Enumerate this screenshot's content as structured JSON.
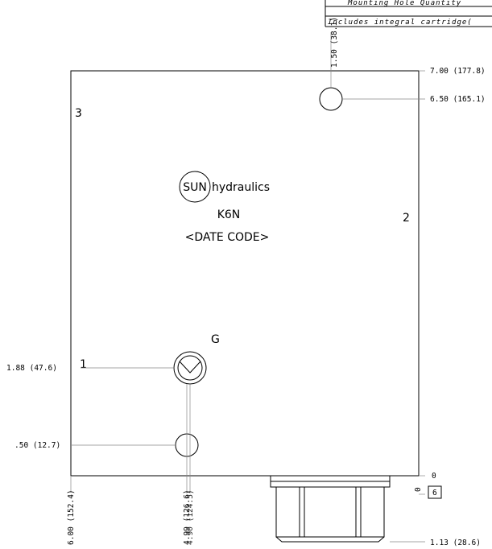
{
  "notes": {
    "line1": "Mounting Hole Quantity",
    "line2": "Includes integral cartridge("
  },
  "block": {
    "brand_circle": "SUN",
    "brand_text": "hydraulics",
    "model": "K6N",
    "date_code": "<DATE CODE>"
  },
  "ports": {
    "p3": "3",
    "p2": "2",
    "p1": "1",
    "g": "G"
  },
  "dimensions": {
    "top_vertical": "1.50 (38.1)",
    "right_700": "7.00 (177.8)",
    "right_650": "6.50 (165.1)",
    "left_188": "1.88 (47.6)",
    "left_050": ".50 (12.7)",
    "right_zero": "0",
    "bottom_zero": "0",
    "boxed": "6",
    "right_113": "1.13 (28.6)",
    "bottom_600": "6.00 (152.4)",
    "bottom_499a": "4.99 (126.6)",
    "bottom_499b": "4.90 (124.5)"
  }
}
